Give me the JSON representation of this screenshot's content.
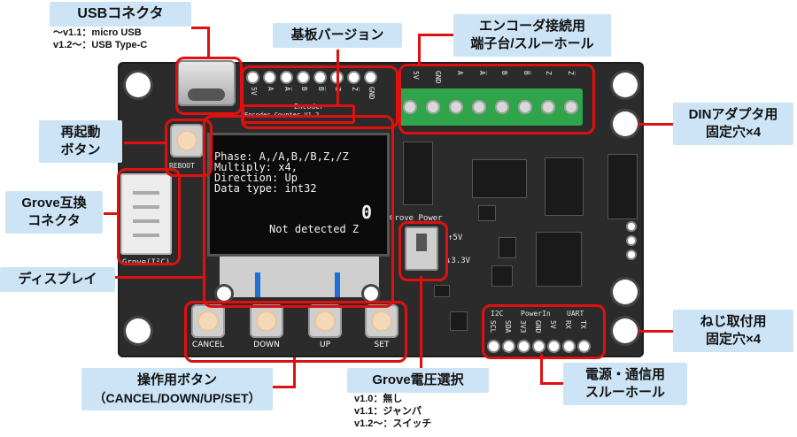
{
  "callouts": {
    "usb_title": "USBコネクタ",
    "usb_note1": "〜v1.1：micro USB",
    "usb_note2": "v1.2〜：USB Type-C",
    "board_version": "基板バージョン",
    "encoder_line1": "エンコーダ接続用",
    "encoder_line2": "端子台/スルーホール",
    "reboot_line1": "再起動",
    "reboot_line2": "ボタン",
    "din_line1": "DINアダプタ用",
    "din_line2": "固定穴×4",
    "grove_line1": "Grove互換",
    "grove_line2": "コネクタ",
    "display": "ディスプレイ",
    "screw_line1": "ねじ取付用",
    "screw_line2": "固定穴×4",
    "ops_line1": "操作用ボタン",
    "ops_line2": "（CANCEL/DOWN/UP/SET）",
    "grove_v_title": "Grove電圧選択",
    "grove_v_note1": "v1.0：無し",
    "grove_v_note2": "v1.1：ジャンパ",
    "grove_v_note3": "v1.2〜：スイッチ",
    "power_line1": "電源・通信用",
    "power_line2": "スルーホール"
  },
  "board": {
    "reboot_label": "REBOOT",
    "grove_label": "Grove(I²C)",
    "encoder_silk": "Encoder",
    "encoder_counter_silk": "Encoder Counter V1.2",
    "header_pins": [
      "5V",
      "A",
      "A̅",
      "B",
      "B̅",
      "Z",
      "Z̅",
      "GND"
    ],
    "terminal_pins": [
      "5V",
      "GND",
      "A",
      "A̅",
      "B",
      "B̅",
      "Z",
      "Z̅"
    ],
    "grove_power_label": "Grove Power",
    "v5_label": "↑5V",
    "v33_label": "↓3.3V",
    "bottom_groups": {
      "i2c": "I2C",
      "powerin": "PowerIn",
      "uart": "UART"
    },
    "bottom_pins": [
      "SCL",
      "SDA",
      "3V3",
      "GND",
      "5V",
      "RX",
      "TX"
    ]
  },
  "oled": {
    "line1": "Phase: A,/A,B,/B,Z,/Z",
    "line2": "Multiply: x4,",
    "line3": "Direction: Up",
    "line4": "Data type: int32",
    "count": "0",
    "status": "Not detected Z"
  },
  "buttons": [
    "CANCEL",
    "DOWN",
    "UP",
    "SET"
  ],
  "colors": {
    "callout_bg": "#cce4f5",
    "highlight": "#e01010",
    "pcb": "#2b2b2b",
    "terminal": "#2fa44a"
  }
}
